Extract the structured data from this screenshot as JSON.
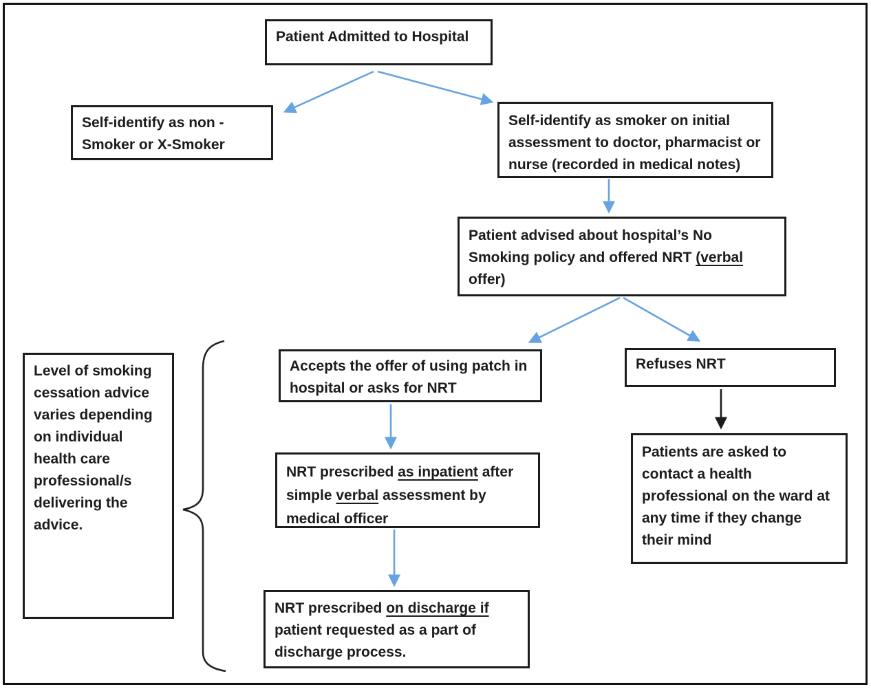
{
  "colors": {
    "arrow_blue": "#66a3e0",
    "arrow_black": "#1c1c1c",
    "box_border": "#1c1c1c",
    "text": "#1c1c1c",
    "background": "#ffffff"
  },
  "nodes": {
    "admitted": {
      "lines": [
        [
          {
            "t": "Patient Admitted to Hospital"
          }
        ]
      ]
    },
    "nonsmoker": {
      "lines": [
        [
          {
            "t": "Self-identify as non -"
          }
        ],
        [
          {
            "t": "Smoker or X-Smoker"
          }
        ]
      ]
    },
    "smoker": {
      "lines": [
        [
          {
            "t": "Self-identify as smoker on initial"
          }
        ],
        [
          {
            "t": "assessment to doctor, pharmacist or"
          }
        ],
        [
          {
            "t": "nurse (recorded in medical notes)"
          }
        ]
      ]
    },
    "advised": {
      "lines": [
        [
          {
            "t": "Patient advised about hospital’s No"
          }
        ],
        [
          {
            "t": "Smoking policy and offered NRT "
          },
          {
            "t": "(verbal",
            "u": true
          }
        ],
        [
          {
            "t": "offer)"
          }
        ]
      ]
    },
    "accepts": {
      "lines": [
        [
          {
            "t": "Accepts the offer of using patch in"
          }
        ],
        [
          {
            "t": "hospital or asks for NRT"
          }
        ]
      ]
    },
    "refuses": {
      "lines": [
        [
          {
            "t": "Refuses NRT"
          }
        ]
      ]
    },
    "inpatient": {
      "lines": [
        [
          {
            "t": "NRT prescribed "
          },
          {
            "t": "as inpatient",
            "u": true
          },
          {
            "t": " after"
          }
        ],
        [
          {
            "t": "simple "
          },
          {
            "t": "verbal",
            "u": true
          },
          {
            "t": " assessment by"
          }
        ],
        [
          {
            "t": "medical officer"
          }
        ]
      ]
    },
    "contact": {
      "lines": [
        [
          {
            "t": "Patients are asked to"
          }
        ],
        [
          {
            "t": "contact a health"
          }
        ],
        [
          {
            "t": "professional on the ward at"
          }
        ],
        [
          {
            "t": "any time if they change"
          }
        ],
        [
          {
            "t": "their mind"
          }
        ]
      ]
    },
    "discharge": {
      "lines": [
        [
          {
            "t": "NRT prescribed "
          },
          {
            "t": "on discharge if",
            "u": true
          }
        ],
        [
          {
            "t": "patient requested as a part of"
          }
        ],
        [
          {
            "t": "discharge process."
          }
        ]
      ]
    },
    "note": {
      "lines": [
        [
          {
            "t": "Level of smoking"
          }
        ],
        [
          {
            "t": "cessation advice"
          }
        ],
        [
          {
            "t": "varies depending"
          }
        ],
        [
          {
            "t": "on individual"
          }
        ],
        [
          {
            "t": "health care"
          }
        ],
        [
          {
            "t": "professional/s"
          }
        ],
        [
          {
            "t": "delivering the"
          }
        ],
        [
          {
            "t": "advice."
          }
        ]
      ]
    }
  }
}
